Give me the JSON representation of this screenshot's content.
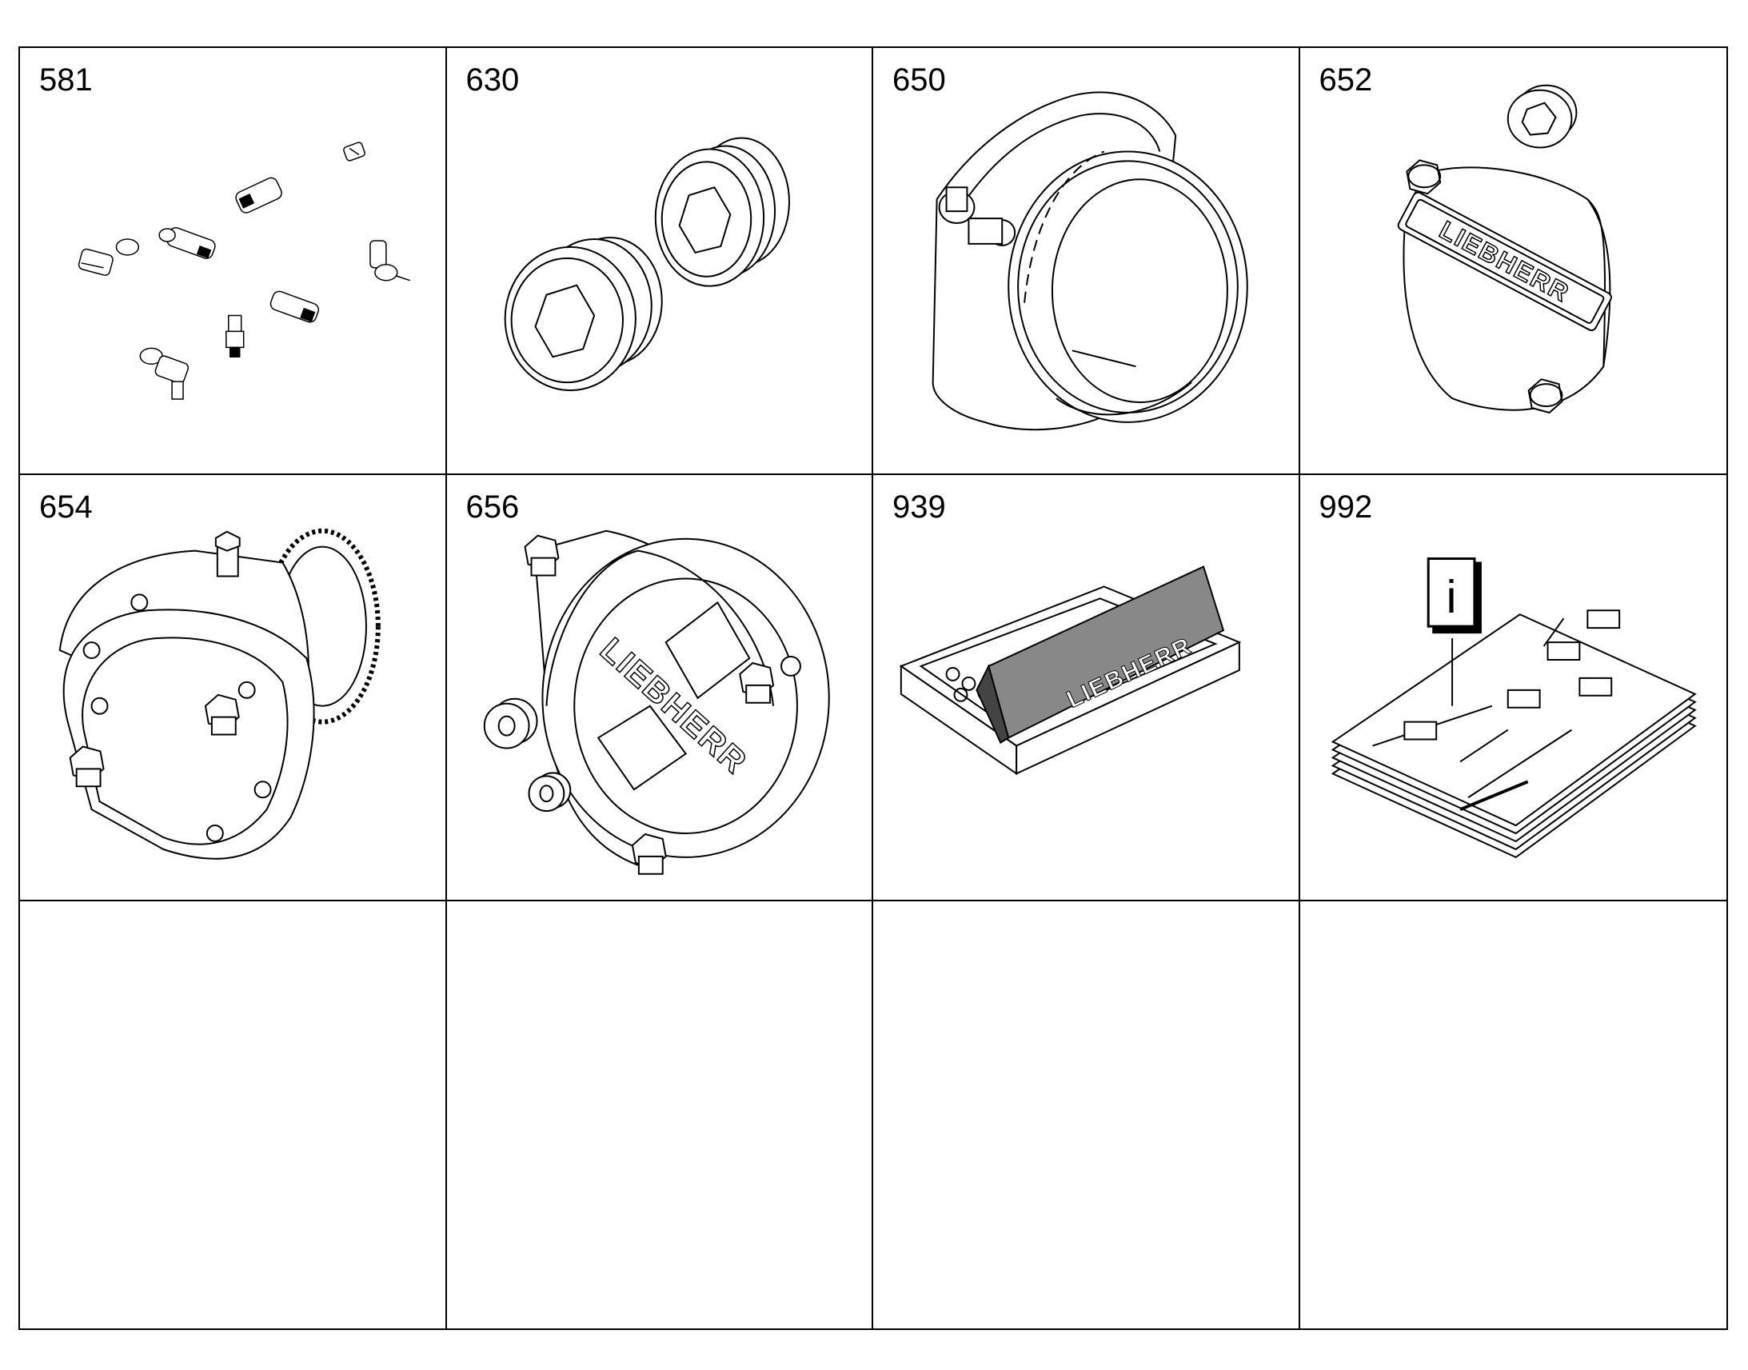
{
  "cells": [
    {
      "number": "581",
      "icon": "sensors-set-icon"
    },
    {
      "number": "630",
      "icon": "hex-plug-screws-icon"
    },
    {
      "number": "650",
      "icon": "flange-housing-icon"
    },
    {
      "number": "652",
      "icon": "cover-plate-icon",
      "logo_text": "LIEBHERR"
    },
    {
      "number": "654",
      "icon": "gear-pump-icon"
    },
    {
      "number": "656",
      "icon": "flange-cover-icon",
      "logo_text": "LIEBHERR"
    },
    {
      "number": "939",
      "icon": "spare-parts-kit-icon",
      "logo_text": "LIEBHERR"
    },
    {
      "number": "992",
      "icon": "documentation-icon",
      "info_glyph": "i"
    },
    {
      "number": "",
      "icon": ""
    },
    {
      "number": "",
      "icon": ""
    },
    {
      "number": "",
      "icon": ""
    },
    {
      "number": "",
      "icon": ""
    }
  ]
}
